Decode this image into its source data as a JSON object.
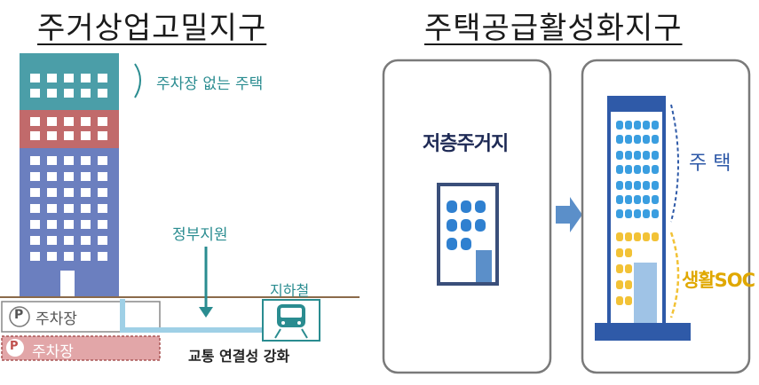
{
  "left": {
    "title": "주거상업고밀지구",
    "no_parking_housing": "주차장 없는 주택",
    "gov_support": "정부지원",
    "subway": "지하철",
    "parking_1": "주차장",
    "parking_2": "주차장",
    "parking_symbol": "P",
    "transport_link": "교통 연결성 강화"
  },
  "right": {
    "title": "주택공급활성화지구",
    "low_rise": "저층주거지",
    "housing": "주 택",
    "soc": "생활SOC"
  },
  "colors": {
    "teal": "#2a8c90",
    "building_top": "#4b9ea8",
    "building_mid": "#c16a6b",
    "building_bottom": "#6b7fbf",
    "parking_pink": "#e2a6a8",
    "arrow_blue": "#5b8fc9",
    "soc_yellow": "#f2c236"
  }
}
